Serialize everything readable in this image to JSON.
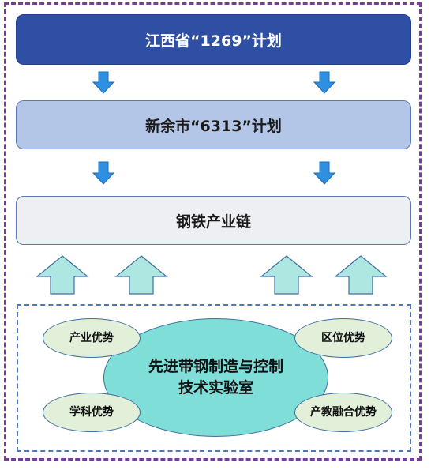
{
  "levels": {
    "jiangxi_plan": "江西省“1269”计划",
    "xinyu_plan": "新余市“6313”计划",
    "steel_chain": "钢铁产业链"
  },
  "center": {
    "label": "先进带钢制造与控制技术实验室"
  },
  "advantages": {
    "industry": "产业优势",
    "location": "区位优势",
    "discipline": "学科优势",
    "industry_education": "产教融合优势"
  },
  "colors": {
    "top_bar": "#2e4fa3",
    "mid_bar": "#b4c6e7",
    "steel_bar": "#eeeff3",
    "down_arrow": "#2f8fe0",
    "up_arrow": "#aee6e2",
    "center_ellipse": "#7fded8",
    "small_ellipse": "#e2efd9",
    "outer_frame": "#7a3aa0",
    "inner_frame": "#4a78b8"
  }
}
